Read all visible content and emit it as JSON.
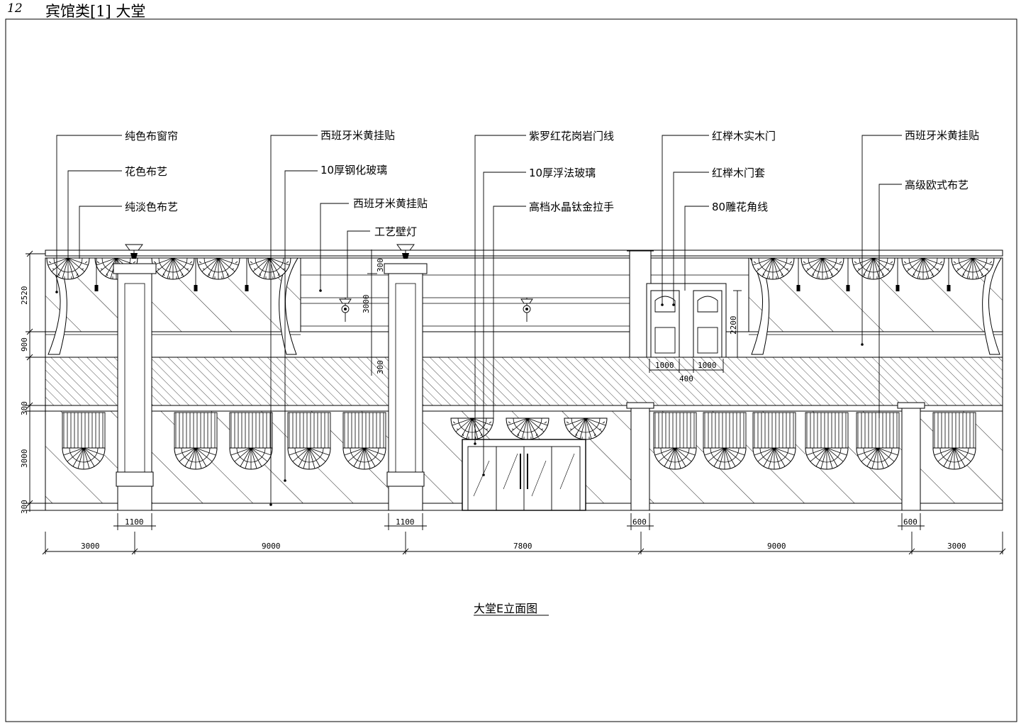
{
  "header": {
    "page_number": "12",
    "title": "宾馆类[1] 大堂"
  },
  "drawing_title": "大堂E立面图",
  "callouts": {
    "c1": "纯色布窗帘",
    "c2": "花色布艺",
    "c3": "纯淡色布艺",
    "c4": "西班牙米黄挂贴",
    "c5": "10厚钢化玻璃",
    "c6": "西班牙米黄挂贴",
    "c7": "工艺壁灯",
    "c8": "紫罗红花岗岩门线",
    "c9": "10厚浮法玻璃",
    "c10": "高档水晶钛金拉手",
    "c11": "红榉木实木门",
    "c12": "红榉木门套",
    "c13": "80雕花角线",
    "c14": "西班牙米黄挂贴",
    "c15": "高级欧式布艺"
  },
  "dims_vertical_left": {
    "d1": "2520",
    "d2": "900",
    "d3": "300",
    "d4": "3000",
    "d5": "300"
  },
  "dims_inner": {
    "d1": "300",
    "d2": "3000",
    "d3": "300",
    "d4": "2200"
  },
  "dims_door": {
    "d1": "1000",
    "d2": "1000",
    "d3": "400"
  },
  "dims_column": {
    "d1": "1100",
    "d2": "1100",
    "d3": "600",
    "d4": "600"
  },
  "dims_overall": {
    "d1": "3000",
    "d2": "9000",
    "d3": "7800",
    "d4": "9000",
    "d5": "3000"
  }
}
